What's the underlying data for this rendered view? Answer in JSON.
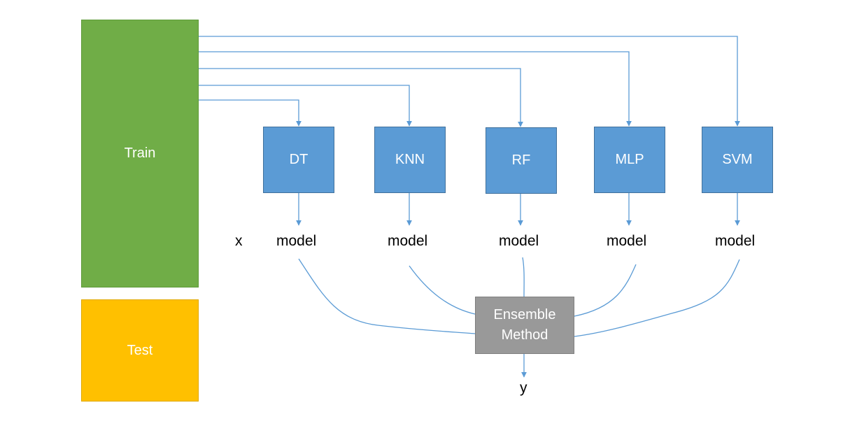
{
  "blocks": {
    "train": "Train",
    "test": "Test"
  },
  "algorithms": [
    "DT",
    "KNN",
    "RF",
    "MLP",
    "SVM"
  ],
  "model_label": "model",
  "input_label": "x",
  "ensemble": {
    "line1": "Ensemble",
    "line2": "Method"
  },
  "output_label": "y",
  "colors": {
    "train": "#70ad47",
    "test": "#ffc000",
    "algorithm": "#5b9bd5",
    "ensemble": "#999999",
    "connector": "#5b9bd5"
  }
}
